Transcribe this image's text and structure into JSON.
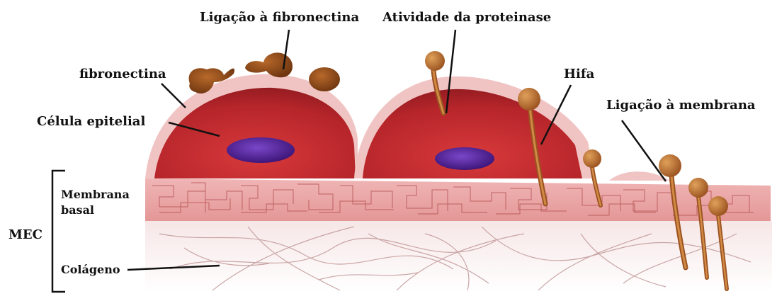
{
  "labels": {
    "fibronectin_binding": "Ligação à fibronectina",
    "proteinase_activity": "Atividade da proteinase",
    "fibronectin": "fibronectina",
    "hypha": "Hifa",
    "epithelial_cell": "Célula epitelial",
    "membrane_binding": "Ligação à membrana",
    "basal_membrane_line1": "Membrana",
    "basal_membrane_line2": "basal",
    "ecm": "MEC",
    "collagen": "Colágeno"
  },
  "colors": {
    "cell_fill": "#b5252a",
    "cell_rim": "#f1c4c4",
    "nucleus": "#4a1d8c",
    "basal_membrane": "#e8a3a3",
    "basal_lines": "#b04a4a",
    "hypha": "#b8692a",
    "hypha_dark": "#8a4515",
    "collagen_lines": "#b58484",
    "leader": "#111111"
  }
}
